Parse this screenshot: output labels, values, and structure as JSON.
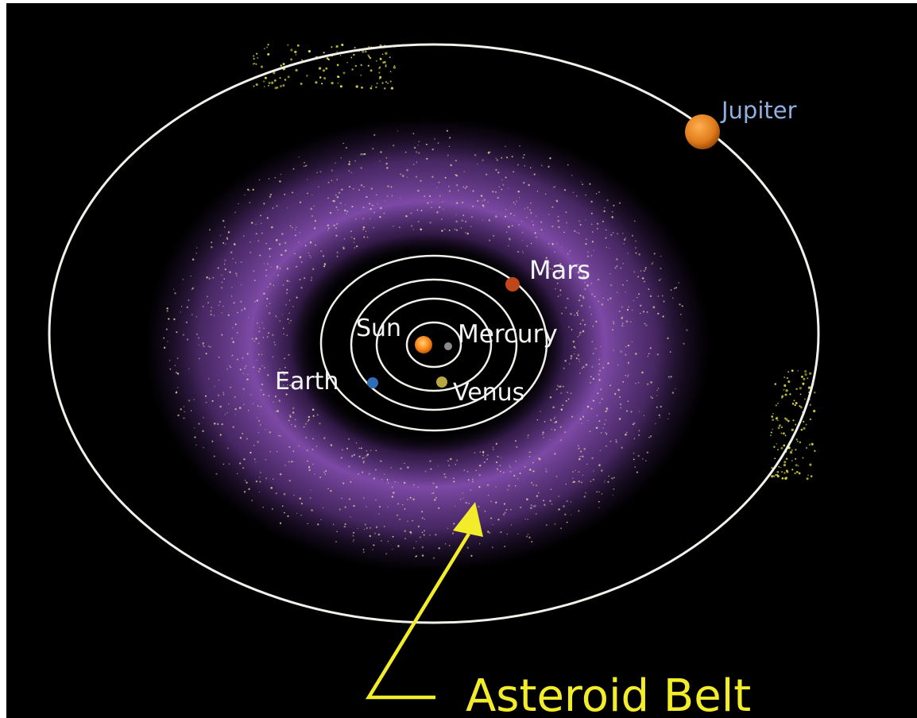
{
  "colors": {
    "background": "#000000",
    "orbit": "#f2f0ea",
    "belt": "#9a63c6",
    "asteroid_dot": "#e8e0a0",
    "trojan": "#e6e24a",
    "arrow": "#f2ec2a",
    "jupiter_label": "#8fb0e0",
    "planet_label": "#f4f4f4",
    "sun": "#ff8a1c",
    "mercury": "#8a8a8a",
    "venus": "#b9a642",
    "earth": "#2f6eb5",
    "mars": "#c0461c",
    "jupiter": "#e98a22"
  },
  "labels": {
    "jupiter": "Jupiter",
    "mars": "Mars",
    "sun": "Sun",
    "mercury": "Mercury",
    "earth": "Earth",
    "venus": "Venus",
    "asteroid_belt": "Asteroid Belt"
  },
  "icons": {
    "arrow": "arrow-up-icon"
  }
}
